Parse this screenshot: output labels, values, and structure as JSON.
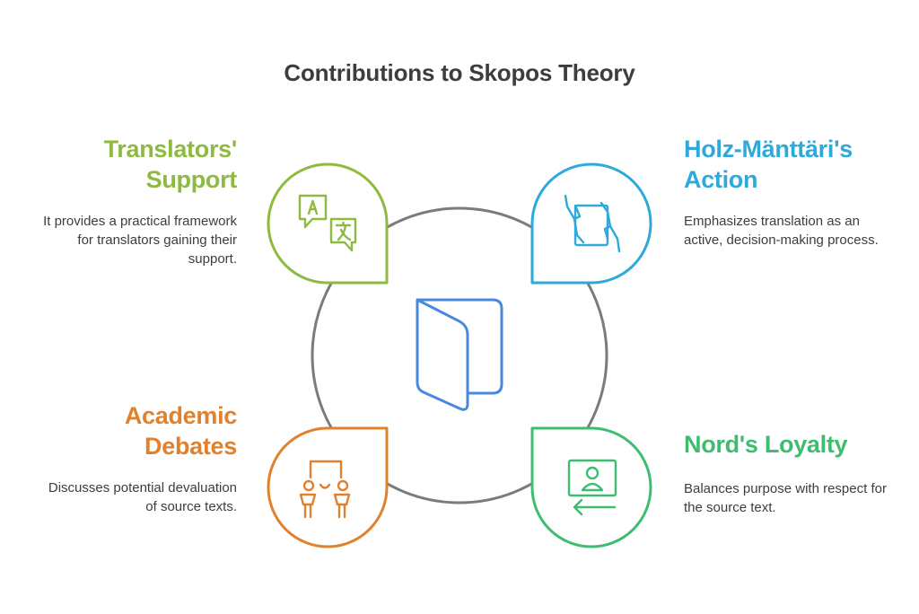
{
  "title": "Contributions to Skopos Theory",
  "colors": {
    "green": "#8DBA3F",
    "blue": "#2EA9D9",
    "orange": "#E0822D",
    "teal": "#3EBD72",
    "center": "#4A88E0",
    "ring": "#7B7B7B"
  },
  "center": {
    "icon": "folder-icon"
  },
  "items": [
    {
      "heading": "Translators' Support",
      "description": "It provides a practical framework for translators gaining their support.",
      "icon": "translate-icon"
    },
    {
      "heading": "Holz-Mänttäri's Action",
      "description": "Emphasizes translation as an active, decision-making process.",
      "icon": "hands-document-icon"
    },
    {
      "heading": "Academic Debates",
      "description": "Discusses potential devaluation of source texts.",
      "icon": "debate-icon"
    },
    {
      "heading": "Nord's Loyalty",
      "description": "Balances purpose with respect for the source text.",
      "icon": "profile-return-icon"
    }
  ]
}
